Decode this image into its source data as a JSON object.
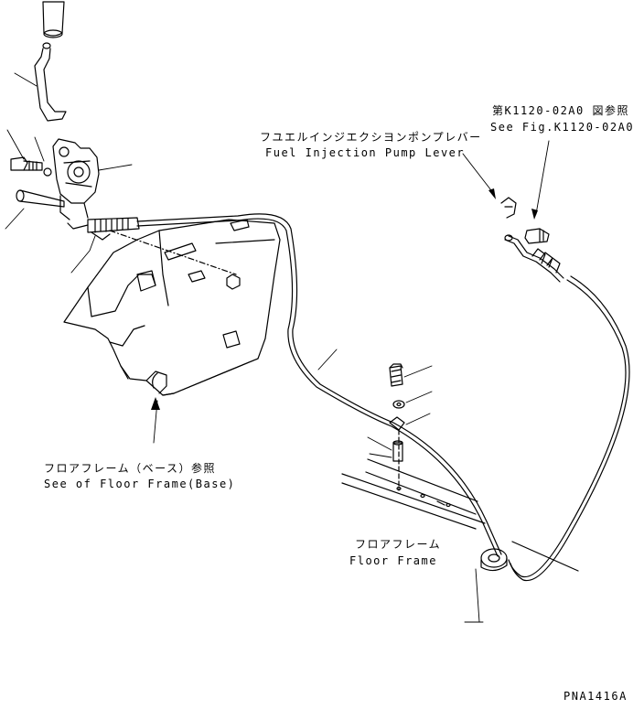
{
  "labels": {
    "fig_ref_jp": "第K1120-02A0 図参照",
    "fig_ref_en": "See Fig.K1120-02A0",
    "pump_lever_jp": "フユエルインジエクシヨンポンプレバー",
    "pump_lever_en": "Fuel Injection Pump Lever",
    "floor_base_jp": "フロアフレーム（ベース）参照",
    "floor_base_en": "See of Floor Frame(Base)",
    "floor_frame_jp": "フロアフレーム",
    "floor_frame_en": "Floor Frame",
    "drawing_no": "PNA1416A"
  },
  "colors": {
    "line": "#000000",
    "background": "#ffffff"
  }
}
